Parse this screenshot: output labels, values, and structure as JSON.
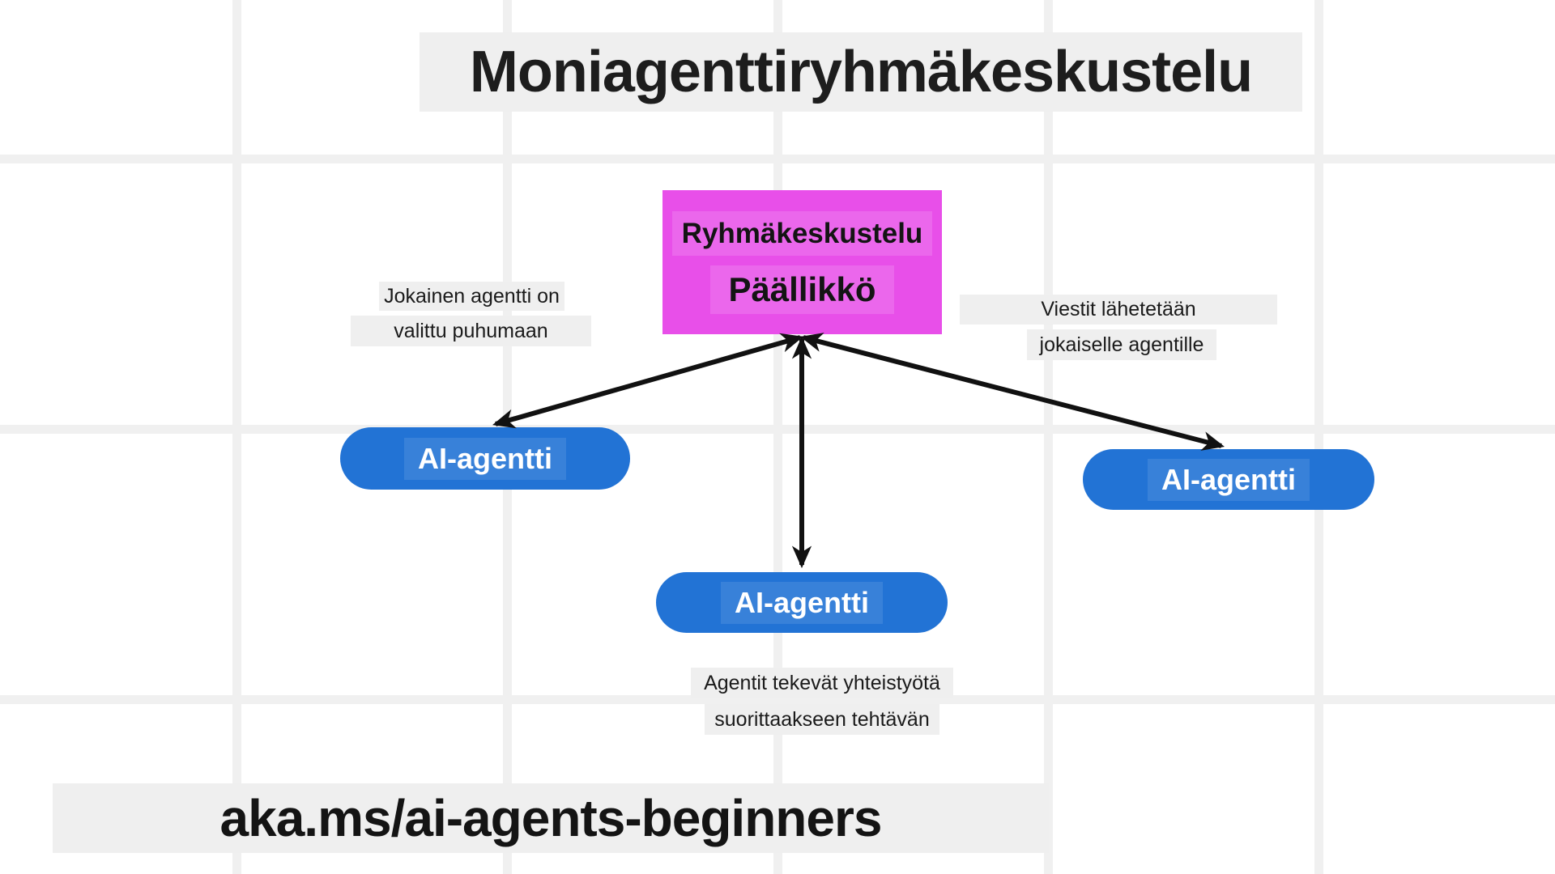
{
  "header": {
    "title": "Moniagenttiryhmäkeskustelu"
  },
  "manager": {
    "subtitle": "Ryhmäkeskustelu",
    "title": "Päällikkö"
  },
  "agents": {
    "left": {
      "label": "AI-agentti"
    },
    "middle": {
      "label": "AI-agentti"
    },
    "right": {
      "label": "AI-agentti"
    }
  },
  "notes": {
    "left": {
      "line1": "Jokainen agentti on",
      "line2": "valittu puhumaan"
    },
    "right": {
      "line1": "Viestit lähetetään",
      "line2": "jokaiselle agentille"
    },
    "bottom": {
      "line1": "Agentit tekevät yhteistyötä",
      "line2": "suorittaakseen tehtävän"
    }
  },
  "footer": {
    "link": "aka.ms/ai-agents-beginners"
  },
  "colors": {
    "manager_fill": "#e84fe9",
    "agent_fill": "#2273d5",
    "agent_text": "#ffffff",
    "note_bg": "#efefef",
    "grid_line": "#f0f0f0",
    "canvas_bg": "#ffffff",
    "arrow": "#111111",
    "text": "#1a1a1a"
  }
}
